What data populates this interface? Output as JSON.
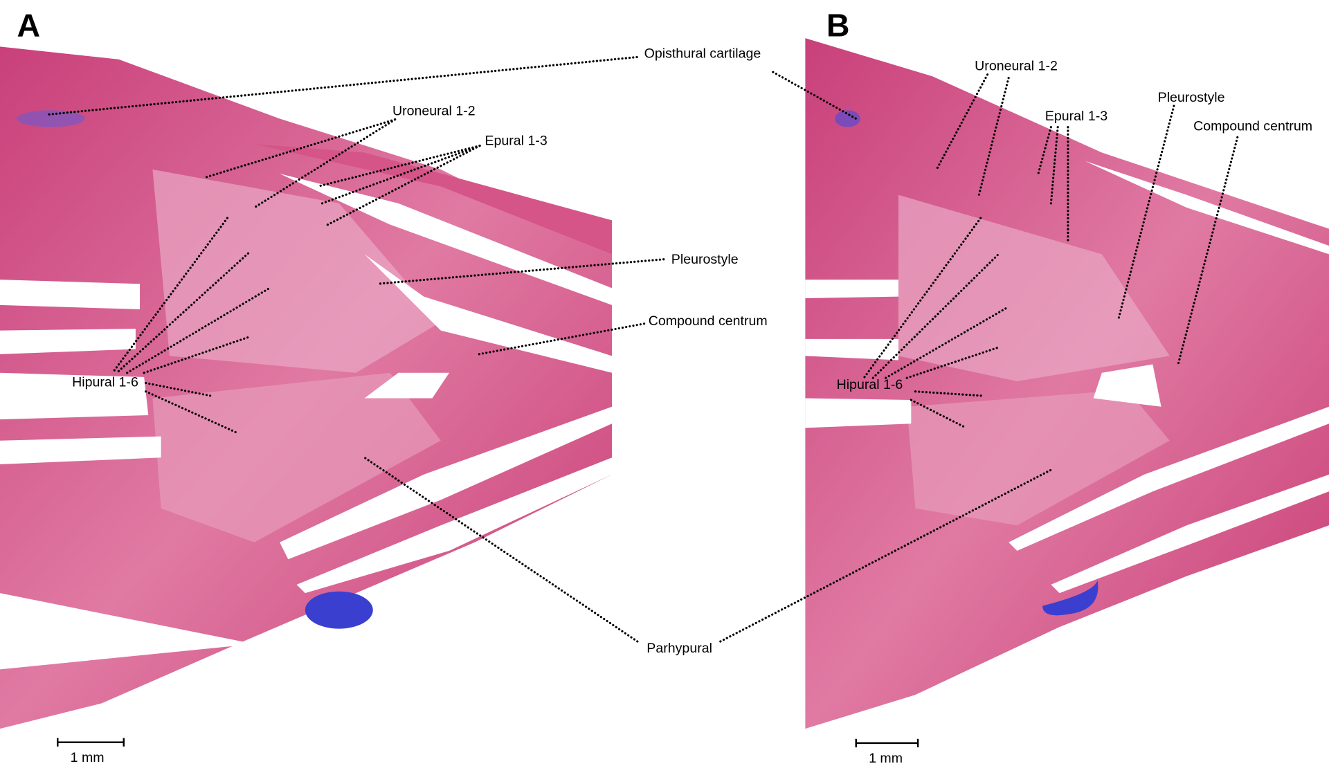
{
  "figure": {
    "panels": [
      {
        "letter": "A",
        "labels": {
          "opisthural": "Opisthural cartilage",
          "uroneural": "Uroneural 1-2",
          "epural": "Epural 1-3",
          "pleurostyle": "Pleurostyle",
          "compound_centrum": "Compound centrum",
          "hipural": "Hipural 1-6",
          "parhypural": "Parhypural"
        },
        "scale_bar": "1 mm"
      },
      {
        "letter": "B",
        "labels": {
          "uroneural": "Uroneural 1-2",
          "epural": "Epural 1-3",
          "pleurostyle": "Pleurostyle",
          "compound_centrum": "Compound centrum",
          "hipural": "Hipural 1-6"
        },
        "scale_bar": "1 mm"
      }
    ],
    "colors": {
      "bone": "#d8608f",
      "cartilage": "#3b3fd0",
      "background": "#ffffff"
    }
  }
}
